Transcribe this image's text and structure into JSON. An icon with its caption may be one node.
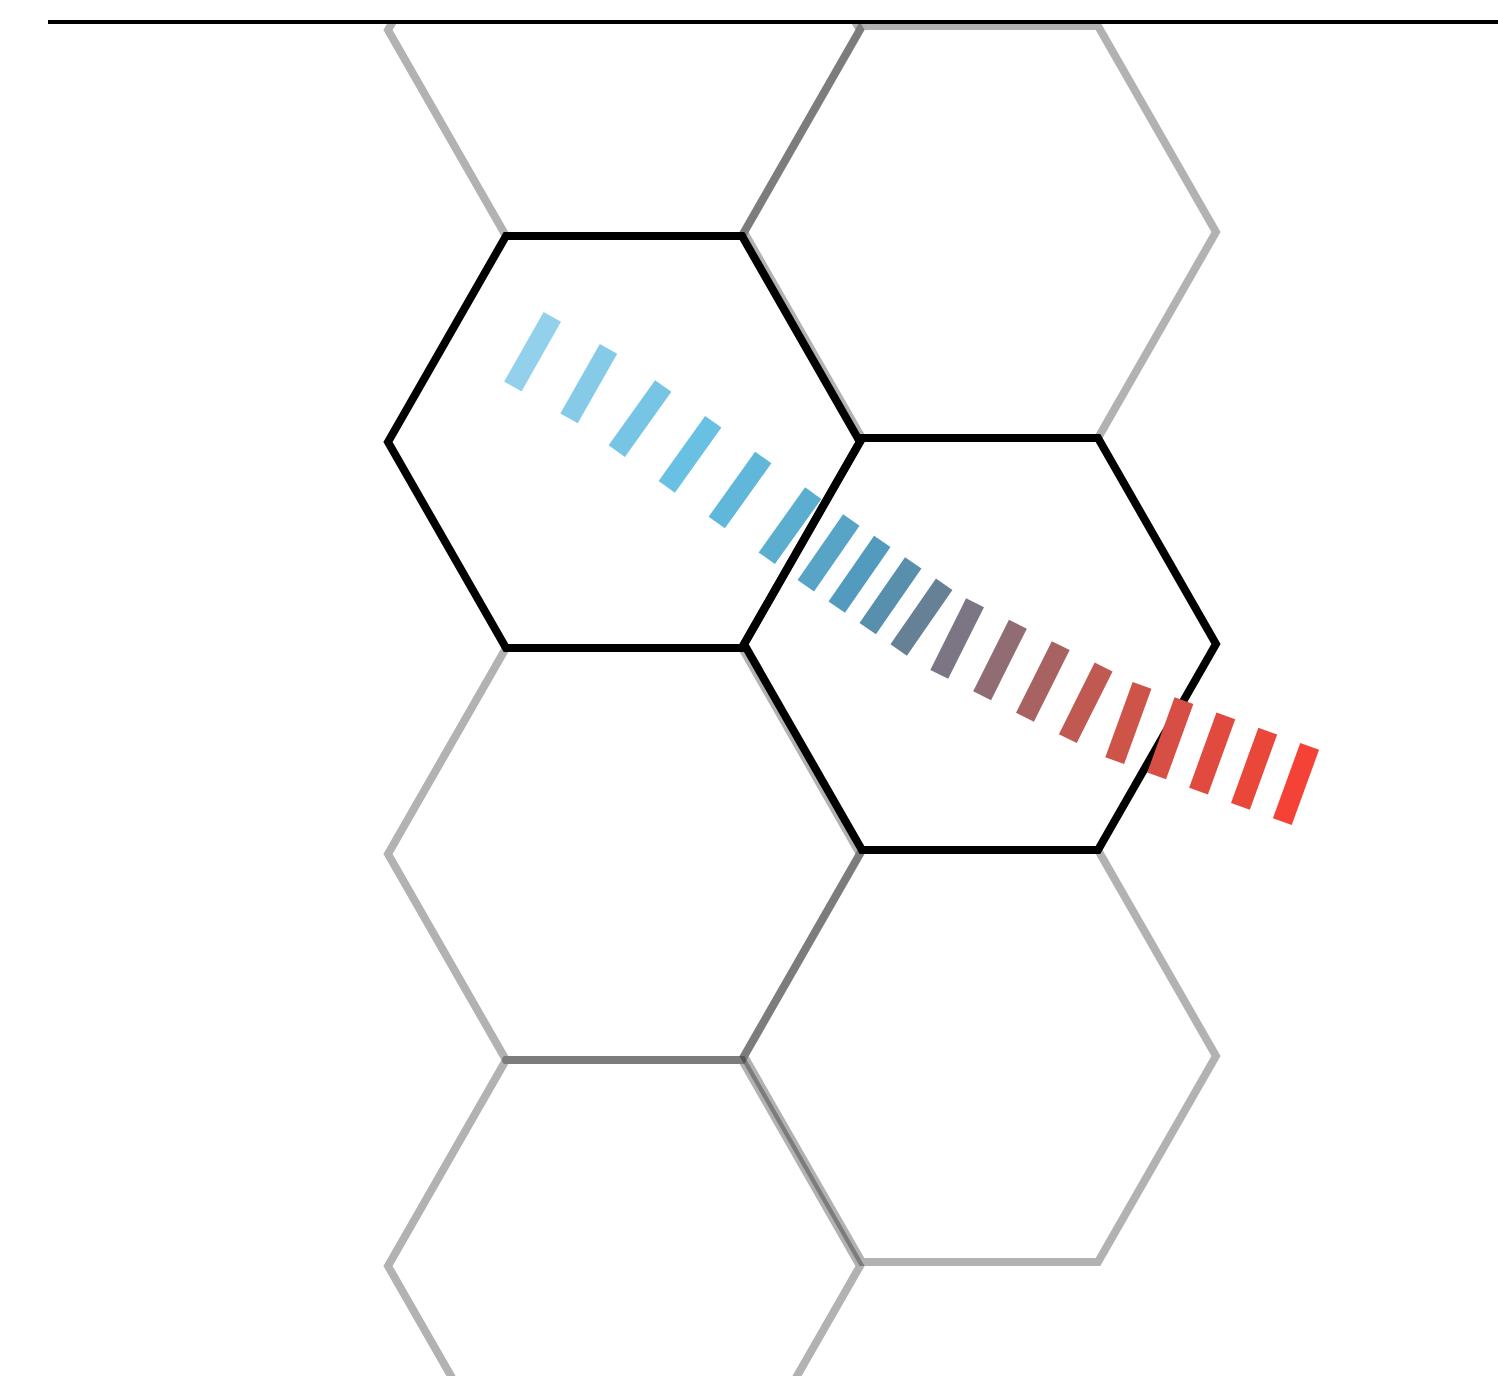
{
  "diagram": {
    "nodes": [
      {
        "text": [],
        "shape": "hexagon"
      },
      {
        "text": [],
        "shape": "hexagon"
      },
      {
        "text": [],
        "shape": "hexagon"
      },
      {
        "text": [],
        "shape": "hexagon"
      },
      {
        "text": [],
        "shape": "hexagon"
      },
      {
        "text": [],
        "shape": "hexagon"
      },
      {
        "text": [],
        "shape": "hexagon"
      }
    ]
  }
}
